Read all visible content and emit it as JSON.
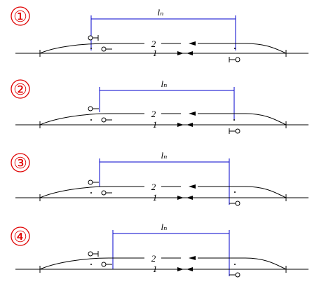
{
  "diagrams": [
    {
      "number": "①",
      "span_label": "lₙ",
      "track_upper": "2",
      "track_lower": "1"
    },
    {
      "number": "②",
      "span_label": "lₙ",
      "track_upper": "2",
      "track_lower": "1"
    },
    {
      "number": "③",
      "span_label": "lₙ",
      "track_upper": "2",
      "track_lower": "1"
    },
    {
      "number": "④",
      "span_label": "lₙ",
      "track_upper": "2",
      "track_lower": "1"
    }
  ],
  "colors": {
    "number": "#e00000",
    "span": "#0000cc",
    "track": "#000000"
  }
}
